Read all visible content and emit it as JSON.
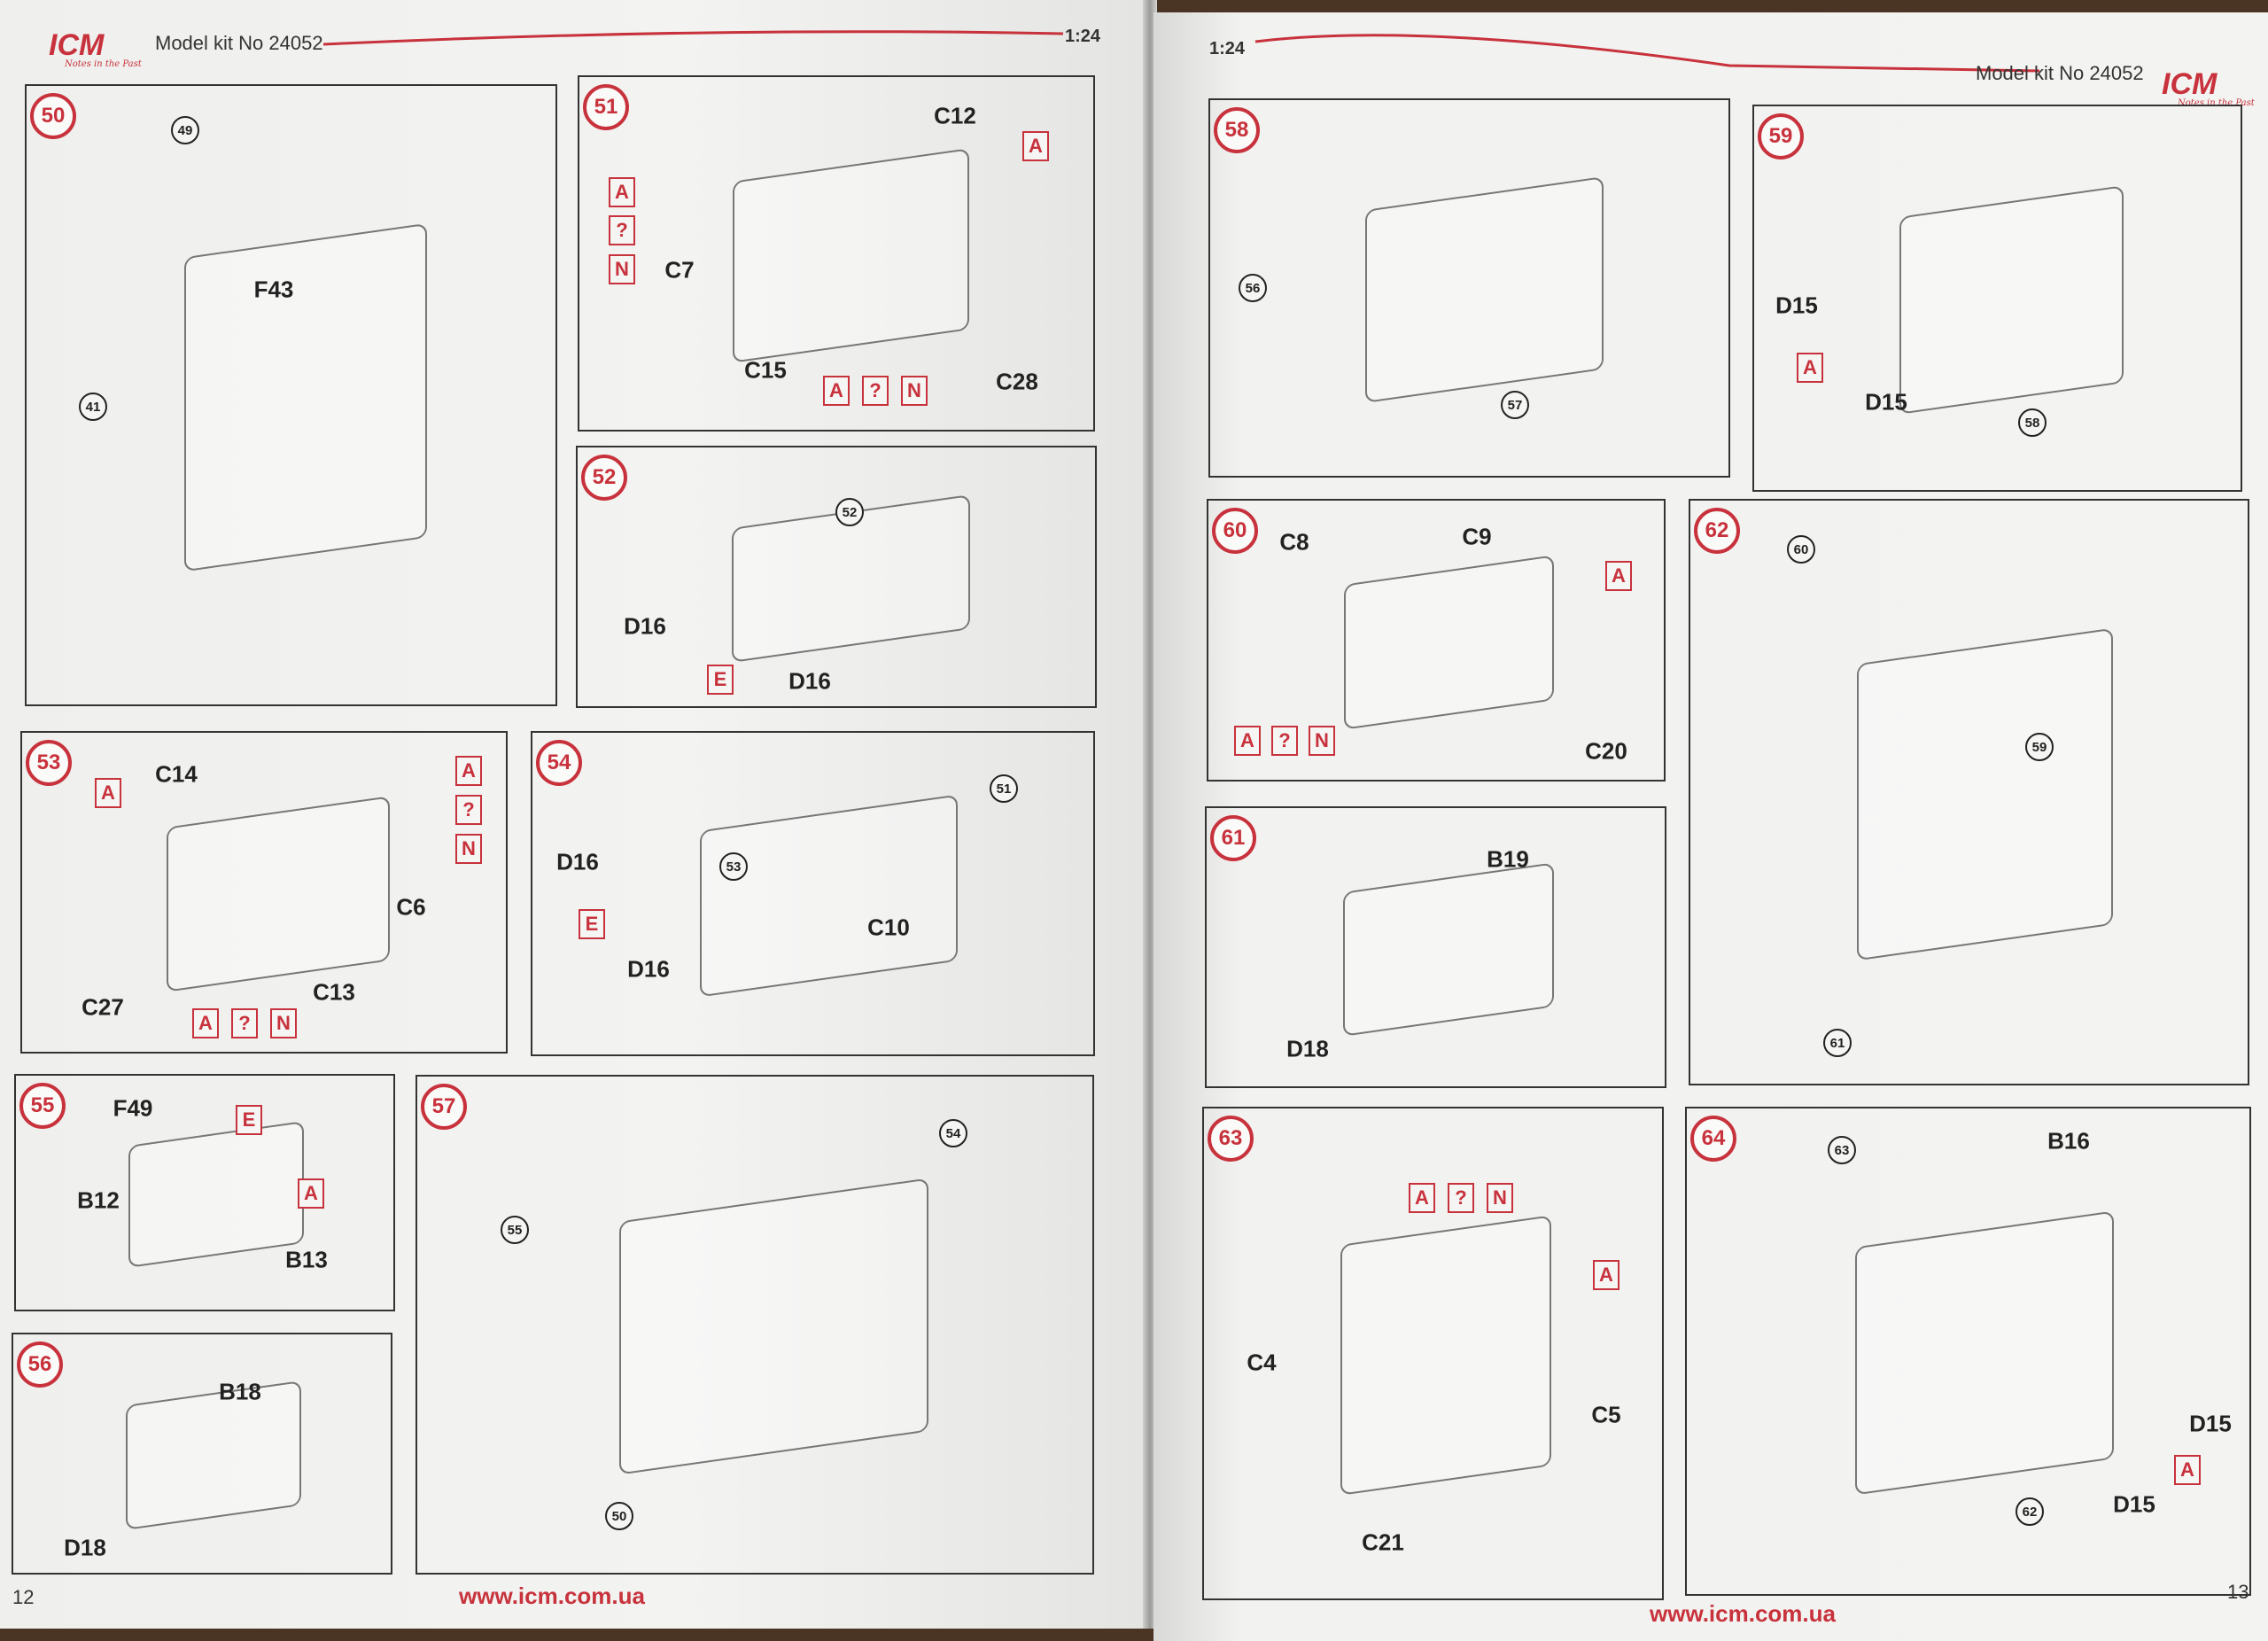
{
  "header": {
    "left": {
      "logo": "ICM",
      "tagline": "Notes in the Past",
      "kit": "Model kit No 24052",
      "scale": "1:24"
    },
    "right": {
      "logo": "ICM",
      "tagline": "Notes in the Past",
      "kit": "Model kit No 24052",
      "scale": "1:24"
    }
  },
  "footer": {
    "left": {
      "page": "12",
      "url": "www.icm.com.ua"
    },
    "right": {
      "page": "13",
      "url": "www.icm.com.ua"
    }
  },
  "colors": {
    "accent": "#c8323c",
    "ink": "#222222",
    "paper": "#f1f1ef"
  },
  "panels": [
    {
      "step": "50",
      "labels": [
        {
          "t": "49",
          "k": "ref"
        },
        {
          "t": "F43",
          "k": "part"
        },
        {
          "t": "41",
          "k": "ref"
        }
      ]
    },
    {
      "step": "51",
      "labels": [
        {
          "t": "C12",
          "k": "part"
        },
        {
          "t": "A",
          "k": "paint"
        },
        {
          "t": "A",
          "k": "paint"
        },
        {
          "t": "?",
          "k": "paint"
        },
        {
          "t": "N",
          "k": "paint"
        },
        {
          "t": "C7",
          "k": "part"
        },
        {
          "t": "C15",
          "k": "part"
        },
        {
          "t": "A",
          "k": "paint"
        },
        {
          "t": "?",
          "k": "paint"
        },
        {
          "t": "N",
          "k": "paint"
        },
        {
          "t": "C28",
          "k": "part"
        }
      ]
    },
    {
      "step": "52",
      "labels": [
        {
          "t": "52",
          "k": "ref"
        },
        {
          "t": "D16",
          "k": "part"
        },
        {
          "t": "E",
          "k": "paint"
        },
        {
          "t": "D16",
          "k": "part"
        }
      ]
    },
    {
      "step": "53",
      "labels": [
        {
          "t": "C14",
          "k": "part"
        },
        {
          "t": "A",
          "k": "paint"
        },
        {
          "t": "A",
          "k": "paint"
        },
        {
          "t": "?",
          "k": "paint"
        },
        {
          "t": "N",
          "k": "paint"
        },
        {
          "t": "C6",
          "k": "part"
        },
        {
          "t": "C27",
          "k": "part"
        },
        {
          "t": "C13",
          "k": "part"
        },
        {
          "t": "A",
          "k": "paint"
        },
        {
          "t": "?",
          "k": "paint"
        },
        {
          "t": "N",
          "k": "paint"
        }
      ]
    },
    {
      "step": "54",
      "labels": [
        {
          "t": "51",
          "k": "ref"
        },
        {
          "t": "D16",
          "k": "part"
        },
        {
          "t": "53",
          "k": "ref"
        },
        {
          "t": "E",
          "k": "paint"
        },
        {
          "t": "D16",
          "k": "part"
        },
        {
          "t": "C10",
          "k": "part"
        }
      ]
    },
    {
      "step": "55",
      "labels": [
        {
          "t": "F49",
          "k": "part"
        },
        {
          "t": "E",
          "k": "paint"
        },
        {
          "t": "B12",
          "k": "part"
        },
        {
          "t": "A",
          "k": "paint"
        },
        {
          "t": "B13",
          "k": "part"
        }
      ]
    },
    {
      "step": "56",
      "labels": [
        {
          "t": "B18",
          "k": "part"
        },
        {
          "t": "D18",
          "k": "part"
        }
      ]
    },
    {
      "step": "57",
      "labels": [
        {
          "t": "54",
          "k": "ref"
        },
        {
          "t": "55",
          "k": "ref"
        },
        {
          "t": "50",
          "k": "ref"
        }
      ]
    },
    {
      "step": "58",
      "labels": [
        {
          "t": "56",
          "k": "ref"
        },
        {
          "t": "57",
          "k": "ref"
        }
      ]
    },
    {
      "step": "59",
      "labels": [
        {
          "t": "D15",
          "k": "part"
        },
        {
          "t": "A",
          "k": "paint"
        },
        {
          "t": "D15",
          "k": "part"
        },
        {
          "t": "58",
          "k": "ref"
        }
      ]
    },
    {
      "step": "60",
      "labels": [
        {
          "t": "C8",
          "k": "part"
        },
        {
          "t": "C9",
          "k": "part"
        },
        {
          "t": "A",
          "k": "paint"
        },
        {
          "t": "A",
          "k": "paint"
        },
        {
          "t": "?",
          "k": "paint"
        },
        {
          "t": "N",
          "k": "paint"
        },
        {
          "t": "C20",
          "k": "part"
        }
      ]
    },
    {
      "step": "61",
      "labels": [
        {
          "t": "B19",
          "k": "part"
        },
        {
          "t": "D18",
          "k": "part"
        }
      ]
    },
    {
      "step": "62",
      "labels": [
        {
          "t": "60",
          "k": "ref"
        },
        {
          "t": "59",
          "k": "ref"
        },
        {
          "t": "61",
          "k": "ref"
        }
      ]
    },
    {
      "step": "63",
      "labels": [
        {
          "t": "A",
          "k": "paint"
        },
        {
          "t": "?",
          "k": "paint"
        },
        {
          "t": "N",
          "k": "paint"
        },
        {
          "t": "A",
          "k": "paint"
        },
        {
          "t": "C4",
          "k": "part"
        },
        {
          "t": "C5",
          "k": "part"
        },
        {
          "t": "C21",
          "k": "part"
        }
      ]
    },
    {
      "step": "64",
      "labels": [
        {
          "t": "63",
          "k": "ref"
        },
        {
          "t": "B16",
          "k": "part"
        },
        {
          "t": "D15",
          "k": "part"
        },
        {
          "t": "A",
          "k": "paint"
        },
        {
          "t": "D15",
          "k": "part"
        },
        {
          "t": "62",
          "k": "ref"
        }
      ]
    }
  ]
}
